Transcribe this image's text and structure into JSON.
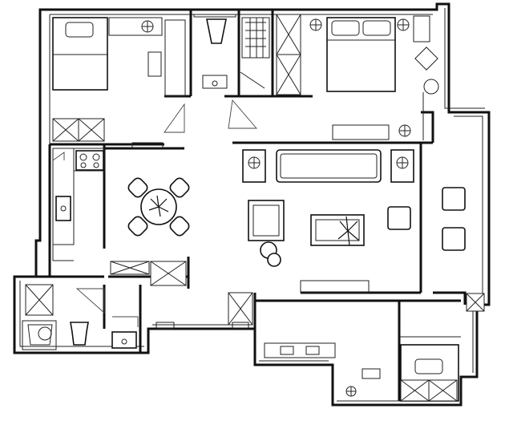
{
  "image": {
    "description_free": true
  },
  "colors": {
    "ink": "#111111",
    "paper": "#ffffff"
  },
  "rooms": [
    {
      "name": "bedroom-top-left",
      "has_bed": true
    },
    {
      "name": "bathroom-top-center",
      "has_toilet": true
    },
    {
      "name": "bedroom-top-right",
      "has_bed": true
    },
    {
      "name": "kitchen-left",
      "has_stove": true,
      "has_sink": true
    },
    {
      "name": "dining-area",
      "chairs": 4
    },
    {
      "name": "living-room",
      "has_sofa": true
    },
    {
      "name": "bathroom-bottom-left",
      "has_toilet": true
    },
    {
      "name": "bedroom-bottom-right",
      "has_bed": true
    },
    {
      "name": "balcony-right"
    }
  ]
}
